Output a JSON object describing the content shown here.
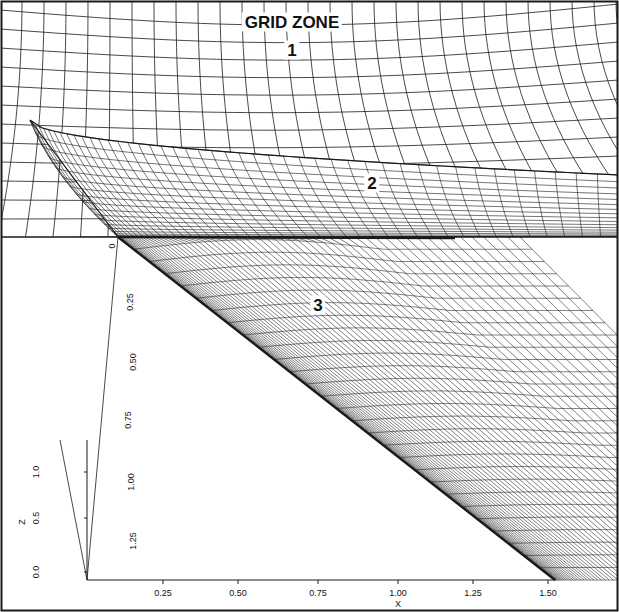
{
  "diagram": {
    "labels": [
      "GRID ZONE",
      "1",
      "2",
      "3",
      "0",
      "0.25",
      "0.50",
      "0.75",
      "1.00",
      "1.25",
      "1.0",
      "0.5",
      "0.0",
      "Z",
      "0.25",
      "0.50",
      "0.75",
      "1.00",
      "1.25",
      "1.50",
      "X"
    ]
  }
}
